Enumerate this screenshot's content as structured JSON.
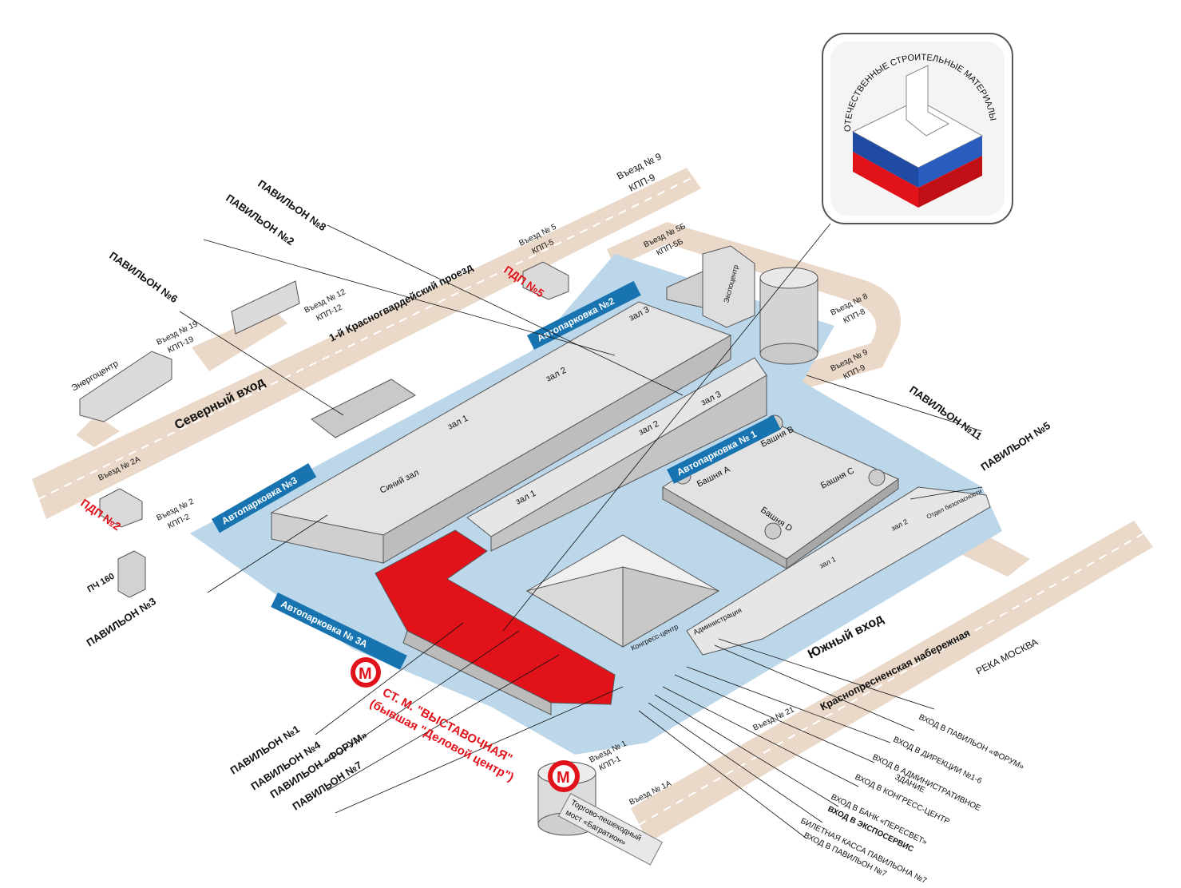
{
  "logo": {
    "arc_text": "ОТЕЧЕСТВЕННЫЕ СТРОИТЕЛЬНЫЕ МАТЕРИАЛЫ",
    "colors": [
      "#ffffff",
      "#1f4ba5",
      "#e1121a"
    ]
  },
  "pavilions": {
    "p8": "ПАВИЛЬОН №8",
    "p2": "ПАВИЛЬОН №2",
    "p6": "ПАВИЛЬОН №6",
    "p11": "ПАВИЛЬОН №11",
    "p5": "ПАВИЛЬОН №5",
    "p3": "ПАВИЛЬОН №3",
    "p1": "ПАВИЛЬОН №1",
    "p4": "ПАВИЛЬОН №4",
    "forum": "ПАВИЛЬОН «ФОРУМ»",
    "p7": "ПАВИЛЬОН №7"
  },
  "exits": {
    "e9": [
      "Въезд № 9",
      "КПП-9"
    ],
    "e5": [
      "Въезд № 5",
      "КПП-5"
    ],
    "e5b": [
      "Въезд № 5Б",
      "КПП-5Б"
    ],
    "e12": [
      "Въезд № 12",
      "КПП-12"
    ],
    "e19": [
      "Въезд № 19",
      "КПП-19"
    ],
    "e8": [
      "Въезд № 8",
      "КПП-8"
    ],
    "e9b": [
      "Въезд № 9",
      "КПП-9"
    ],
    "e2a": "Въезд № 2А",
    "e2": [
      "Въезд № 2",
      "КПП-2"
    ],
    "e1": [
      "Въезд № 1",
      "КПП-1"
    ],
    "e21": "Въезд № 21",
    "e1a": "Въезд № 1А"
  },
  "roads": {
    "north_entrance": "Северный вход",
    "south_entrance": "Южный вход",
    "proezd": "1-й Красногвардейский проезд",
    "embankment": "Краснопресненская набережная",
    "river": "РЕКА МОСКВА"
  },
  "parking": {
    "a1": "Автопарковка № 1",
    "a2": "Автопарковка №2",
    "a3": "Автопарковка №3",
    "a3a": "Автопарковка № 3А"
  },
  "pdp": {
    "p5": "ПДП №5",
    "p2": "ПДП №2"
  },
  "buildings": {
    "energy": "Энергоцентр",
    "pch": "ПЧ 160",
    "expocentr": "Экспоцентр",
    "congress": "Конгресс-центр",
    "admin": "Администрация",
    "security": "Отдел безопасности"
  },
  "halls": {
    "h3a": "зал 3",
    "h2": "зал 2",
    "h1a": "зал 1",
    "h3b": "зал 3",
    "h2b": "зал 2",
    "blue": "Синий зал",
    "h1b": "зал 1",
    "h1c": "зал 1",
    "h2c": "зал 2"
  },
  "towers": {
    "a": "Башня А",
    "b": "Башня В",
    "c": "Башня С",
    "d": "Башня D"
  },
  "metro": {
    "icon": "М",
    "station_line1": "СТ. М. \"ВЫСТАВОЧНАЯ\"",
    "station_line2": "(бывшая \"Деловой центр\")",
    "bridge_line1": "Торгово-пешеходный",
    "bridge_line2": "мост «Багратион»"
  },
  "legend": {
    "l1": "ВХОД В ПАВИЛЬОН «ФОРУМ»",
    "l2": "ВХОД В ДИРЕКЦИИ №1-6",
    "l3": "ВХОД В АДМИНИСТРАТИВНОЕ",
    "l3b": "ЗДАНИЕ",
    "l4": "ВХОД В КОНГРЕСС-ЦЕНТР",
    "l5": "ВХОД В БАНК «ПЕРЕСВЕТ»",
    "l6": "ВХОД В ЭКСПОСЕРВИС",
    "l7": "БИЛЕТНАЯ КАССА ПАВИЛЬОНА №7",
    "l8": "ВХОД В ПАВИЛЬОН №7"
  }
}
